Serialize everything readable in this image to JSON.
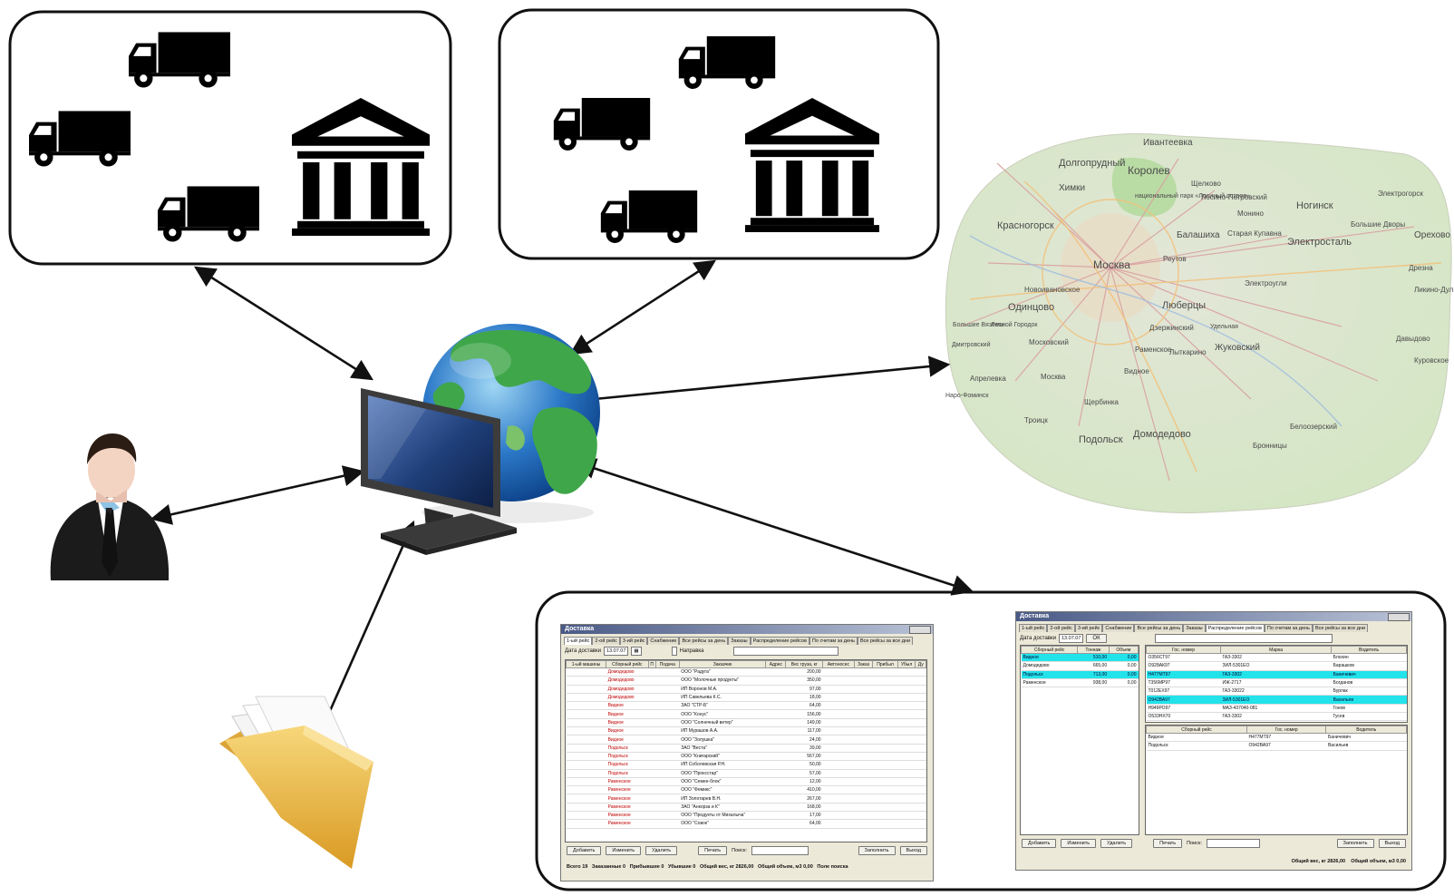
{
  "map": {
    "places": [
      "Ивантеевка",
      "Долгопрудный",
      "Королев",
      "Химки",
      "Щелково",
      "национальный парк «Лосиный остров»",
      "Лосино-Петровский",
      "Ногинск",
      "Электрогорск",
      "Монино",
      "Красногорск",
      "Балашиха",
      "Старая Купавна",
      "Электросталь",
      "Большие Дворы",
      "Орехово",
      "Москва",
      "Реутов",
      "Дрезна",
      "Новоивановское",
      "Ликино-Дул",
      "Электроугли",
      "Одинцово",
      "Люберцы",
      "Большие Вяземы",
      "Лесной Городок",
      "Дзержинский",
      "Удельная",
      "Жуковский",
      "Дмитровский",
      "Московский",
      "Раменское",
      "Лыткарино",
      "Давыдово",
      "Апрелевка",
      "Видное",
      "Куровское",
      "Москва",
      "Троицк",
      "Щербинка",
      "Белоозерский",
      "Подольск",
      "Домодедово",
      "Бронницы",
      "Наро-Фоминск"
    ]
  },
  "app1": {
    "title": "Доставка",
    "tabs": [
      "1-ый рейс",
      "2-ой рейс",
      "3-ий рейс",
      "Снабжение",
      "Все рейсы за день",
      "Заказы",
      "Распределение рейсов",
      "По счетам за день",
      "Все рейсы за все дни"
    ],
    "date_label": "Дата доставки",
    "date_value": "13.07.07",
    "checkbox_label": "Направка",
    "columns": [
      "1-ый машины",
      "Сборный рейс",
      "П",
      "Подача",
      "Заказчик",
      "Адрес",
      "Вес груза, кг",
      "Автоносес",
      "Заказ",
      "Прибыл",
      "Убыл",
      "Ду"
    ],
    "rows": [
      [
        "Домодедово",
        "ООО \"Радуга\"",
        "200,00"
      ],
      [
        "Домодедово",
        "ООО \"Молочные продукты\"",
        "350,00"
      ],
      [
        "Домодедово",
        "ИП Воронов М.А.",
        "97,00"
      ],
      [
        "Домодедово",
        "ИП Савельева К.С.",
        "18,00"
      ],
      [
        "Видное",
        "ЗАО \"СТР-Б\"",
        "64,00"
      ],
      [
        "Видное",
        "ООО \"Конус\"",
        "156,00"
      ],
      [
        "Видное",
        "ООО \"Солнечный ветер\"",
        "149,00"
      ],
      [
        "Видное",
        "ИП Мурашов А.А.",
        "117,00"
      ],
      [
        "Видное",
        "ООО \"Золушка\"",
        "24,00"
      ],
      [
        "Подольск",
        "ЗАО \"Веста\"",
        "39,00"
      ],
      [
        "Подольск",
        "ООО \"Книгарский\"",
        "567,00"
      ],
      [
        "Подольск",
        "ИП Соболевская Р.Н.",
        "50,00"
      ],
      [
        "Подольск",
        "ООО \"Проксстар\"",
        "57,00"
      ],
      [
        "Раменское",
        "ООО \"Семен-блок\"",
        "12,00"
      ],
      [
        "Раменское",
        "ООО \"Фемикс\"",
        "410,00"
      ],
      [
        "Раменское",
        "ИП Золотарев В.Н.",
        "267,00"
      ],
      [
        "Раменское",
        "ЗАО \"Анкорза и К\"",
        "168,00"
      ],
      [
        "Раменское",
        "ООО \"Продукты от Михалыча\"",
        "17,00"
      ],
      [
        "Раменское",
        "ООО \"Совок\"",
        "64,00"
      ]
    ],
    "buttons": [
      "Добавить",
      "Изменить",
      "Удалить",
      "Печать",
      "Поиск:",
      "Заполнить",
      "Выход"
    ],
    "status": [
      "Всего 19",
      "Заказанные 0",
      "Прибывшие 0",
      "Убывшие 0",
      "Общий вес, кг 2826,00",
      "Общий объем, м3 0,00",
      "Поле поиска"
    ]
  },
  "app2": {
    "title": "Доставка",
    "tabs": [
      "1-ый рейс",
      "2-ой рейс",
      "3-ий рейс",
      "Снабжение",
      "Все рейсы за день",
      "Заказы",
      "Распределение рейсов",
      "По счетам за день",
      "Все рейсы за все дни"
    ],
    "date_label": "Дата доставки",
    "date_value": "13.07.07",
    "ok_label": "ОК",
    "left_columns": [
      "Сборный рейс",
      "Тоннаж",
      "Объем"
    ],
    "left_rows": [
      [
        "Видное",
        "510,00",
        "0,00"
      ],
      [
        "Домодедово",
        "665,00",
        "0,00"
      ],
      [
        "Подольск",
        "713,00",
        "0,00"
      ],
      [
        "Раменское",
        "938,00",
        "0,00"
      ]
    ],
    "right_columns": [
      "Гос. номер",
      "Марка",
      "Водитель"
    ],
    "right_rows": [
      [
        "О356СТ97",
        "ГАЗ-3302",
        "Блохин"
      ],
      [
        "О928АК97",
        "ЗИЛ-5301ЕО",
        "Барашков"
      ],
      [
        "Н477МТ97",
        "ГАЗ-3302",
        "Баничевич"
      ],
      [
        "Т356МР97",
        "ИЖ-2717",
        "Богданов"
      ],
      [
        "Т012ЕХ97",
        "ГАЗ-33022",
        "Бурлак"
      ],
      [
        "О942ВА97",
        "ЗИЛ-5301ЕО",
        "Васильев"
      ],
      [
        "Н949РО97",
        "МАЗ-437040-081",
        "Гонов"
      ],
      [
        "О533НХ70",
        "ГАЗ-3302",
        "Гусев"
      ]
    ],
    "bottom_columns": [
      "Сборный рейс",
      "Гос. номер",
      "Водитель"
    ],
    "bottom_rows": [
      [
        "Видное",
        "Н477МТ97",
        "Баничевич"
      ],
      [
        "Подольск",
        "О942ВА97",
        "Васильев"
      ]
    ],
    "buttons": [
      "Добавить",
      "Изменить",
      "Удалить",
      "Печать",
      "Поиск:",
      "Заполнить",
      "Выход"
    ],
    "status": [
      "Общий вес, кг 2826,00",
      "Общий объем, м3 0,00"
    ]
  }
}
